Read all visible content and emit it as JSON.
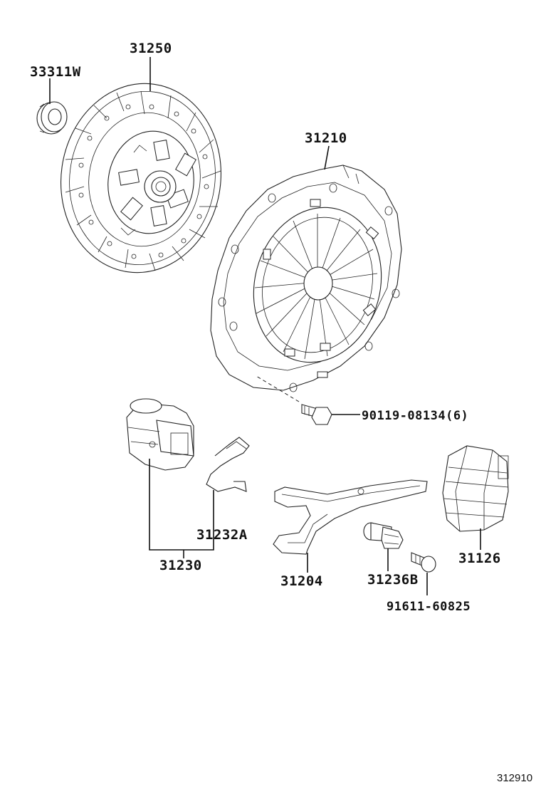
{
  "parts": {
    "release_bearing_pilot": "33311W",
    "clutch_disc": "31250",
    "clutch_cover": "31210",
    "cover_bolt": "90119-08134(6)",
    "release_bearing_assy": "31230",
    "bearing_clip": "31232A",
    "release_fork": "31204",
    "fork_support": "31236B",
    "fork_bolt": "91611-60825",
    "fork_boot": "31126"
  },
  "figure_number": "312910"
}
